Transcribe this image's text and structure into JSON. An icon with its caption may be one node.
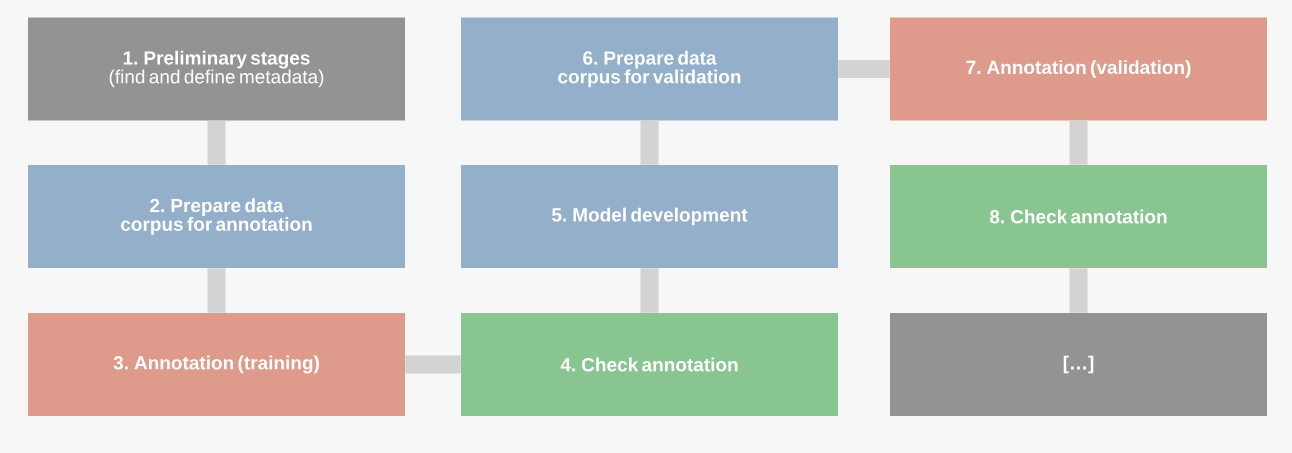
{
  "diagram": {
    "nodes": [
      {
        "text": [
          "1. Preliminary stages",
          "(find and define metadata)"
        ]
      },
      {
        "text": [
          "2. Prepare data corpus for annotation"
        ]
      },
      {
        "text": [
          "**3. Annotation** (training)"
        ]
      },
      {
        "text": [
          "4. Check annotation"
        ]
      },
      {
        "text": [
          "5. Model development"
        ]
      },
      {
        "text": [
          "6. Prepare data corpus for validation"
        ]
      },
      {
        "text": [
          "**7. Annotation** (validation)"
        ]
      },
      {
        "text": [
          "8. Check annotation"
        ]
      },
      {
        "text": [
          "[…]"
        ]
      }
    ],
    "edges": [
      {
        "from": 0,
        "to": 1,
        "arrow": "none"
      },
      {
        "from": 1,
        "to": 2,
        "arrow": "none"
      },
      {
        "from": 2,
        "to": 3,
        "arrow": "none"
      },
      {
        "from": 3,
        "to": 4,
        "arrow": "none"
      },
      {
        "from": 4,
        "to": 5,
        "arrow": "none"
      },
      {
        "from": 5,
        "to": 6,
        "arrow": "none"
      },
      {
        "from": 6,
        "to": 7,
        "arrow": "none"
      },
      {
        "from": 7,
        "to": 8,
        "arrow": "none"
      }
    ]
  }
}
